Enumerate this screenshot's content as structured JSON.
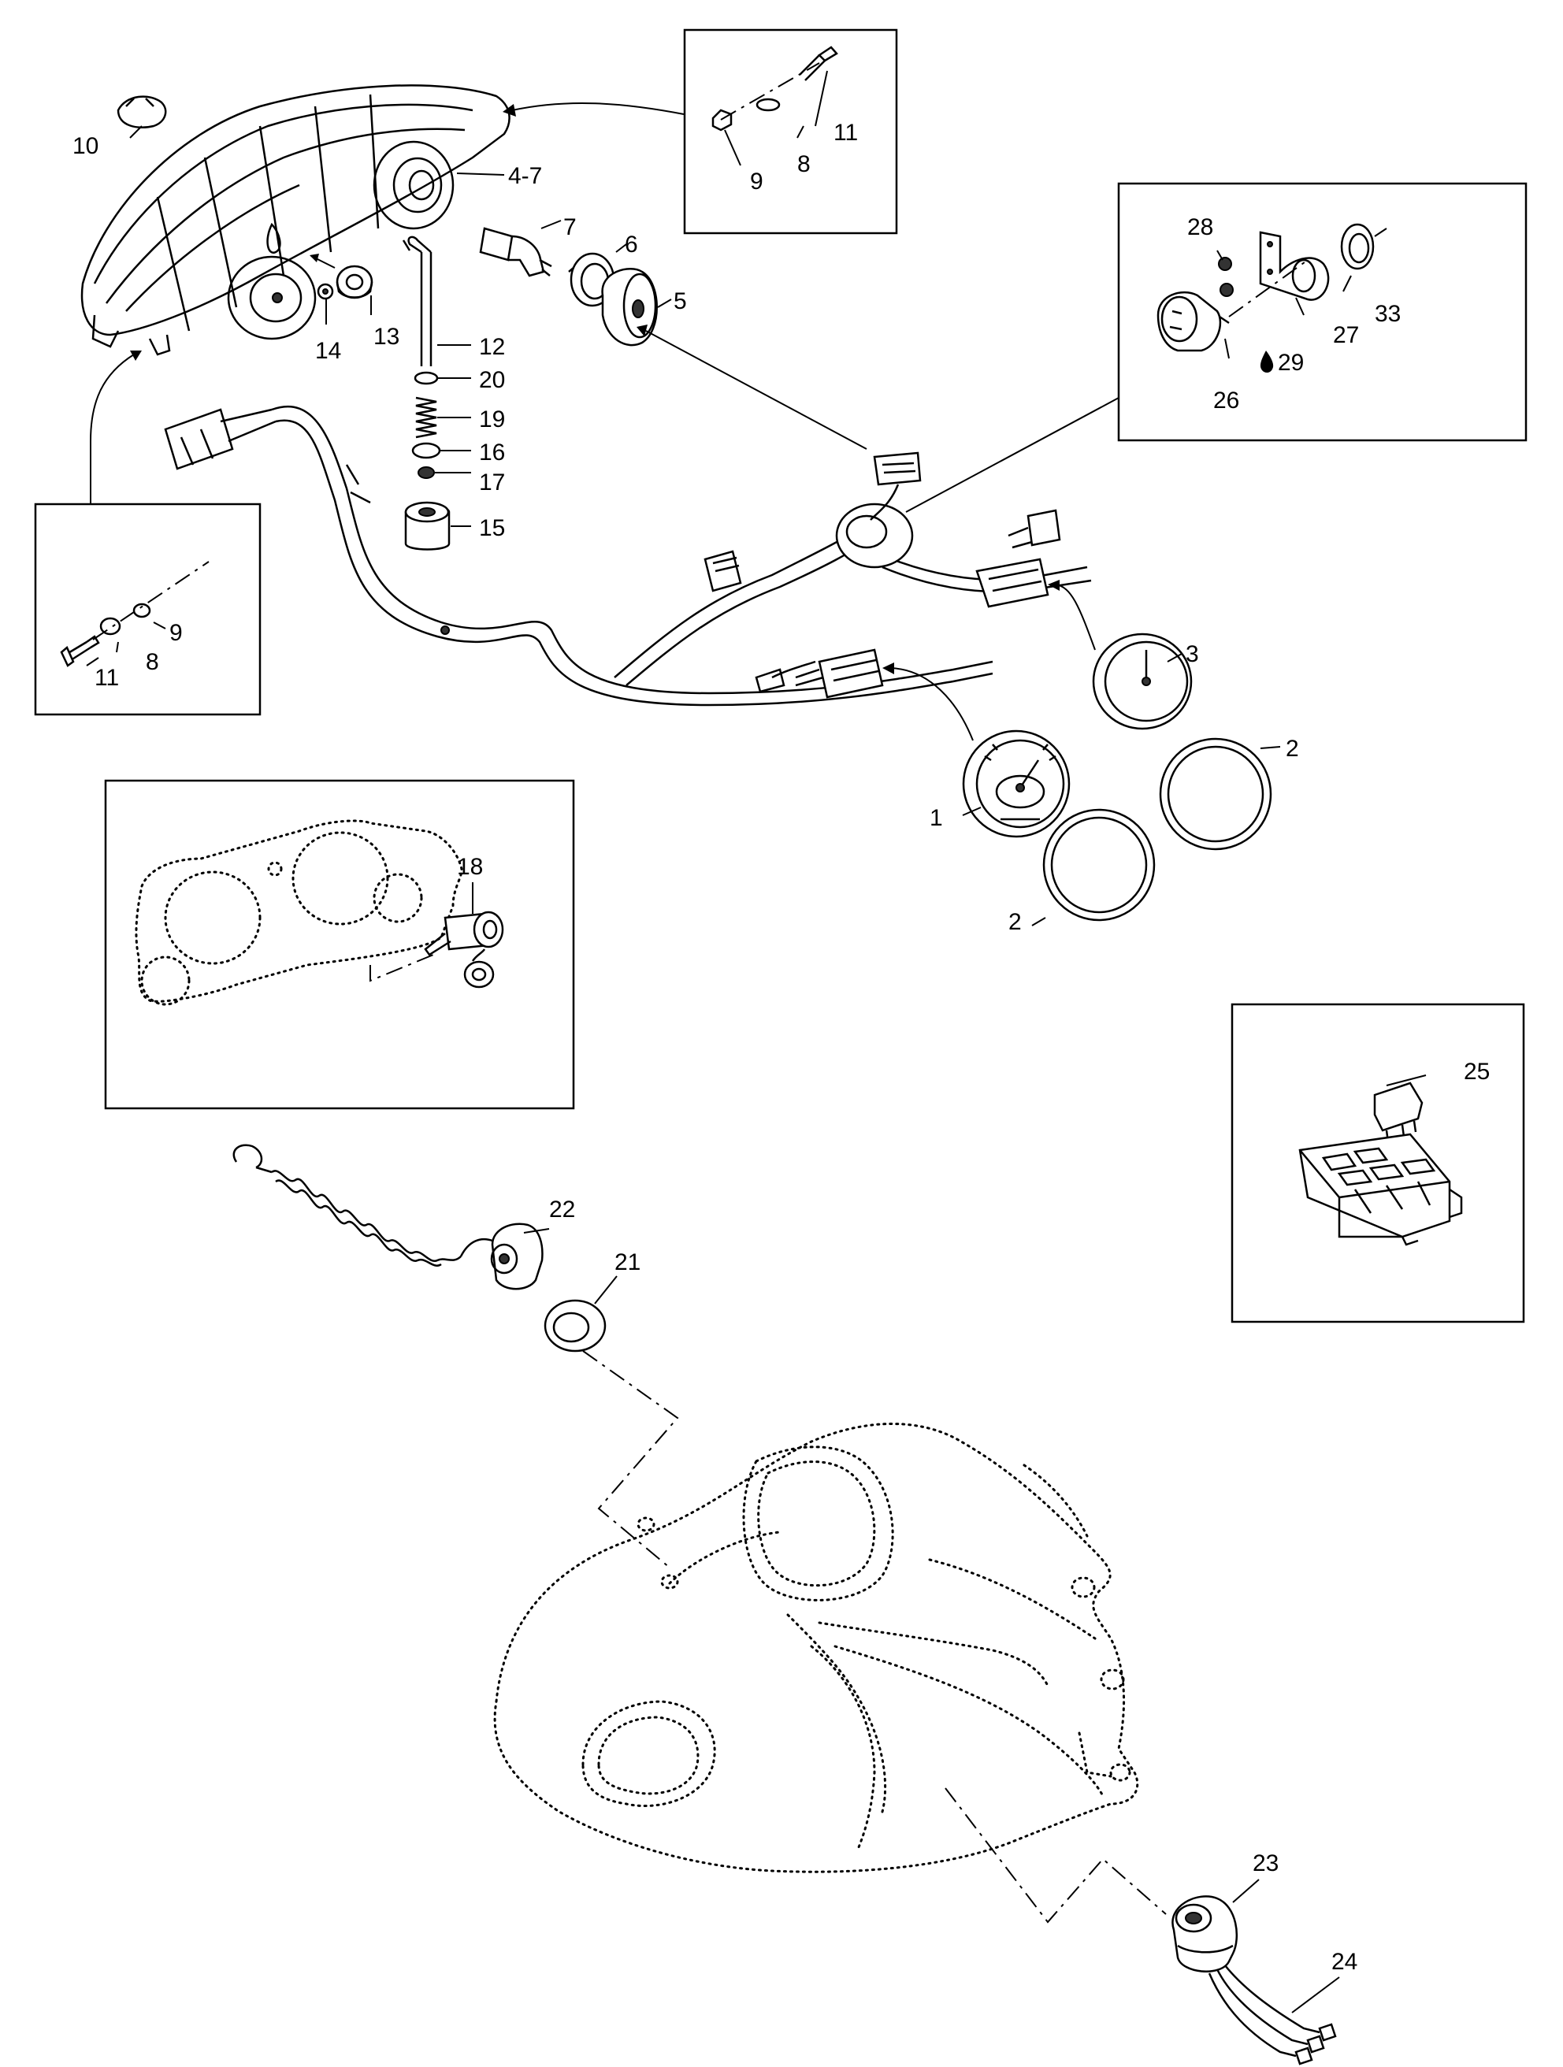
{
  "callouts": {
    "c1": "1",
    "c2a": "2",
    "c2b": "2",
    "c3": "3",
    "c4_7": "4-7",
    "c5": "5",
    "c6": "6",
    "c7": "7",
    "c8a": "8",
    "c8b": "8",
    "c9a": "9",
    "c9b": "9",
    "c10": "10",
    "c11a": "11",
    "c11b": "11",
    "c12": "12",
    "c13": "13",
    "c14": "14",
    "c15": "15",
    "c16": "16",
    "c17": "17",
    "c18": "18",
    "c19": "19",
    "c20": "20",
    "c21": "21",
    "c22": "22",
    "c23": "23",
    "c24": "24",
    "c25": "25",
    "c26": "26",
    "c27": "27",
    "c28": "28",
    "c29": "29",
    "c33": "33"
  },
  "icons": {
    "drop_symbol": "droplet-icon"
  }
}
